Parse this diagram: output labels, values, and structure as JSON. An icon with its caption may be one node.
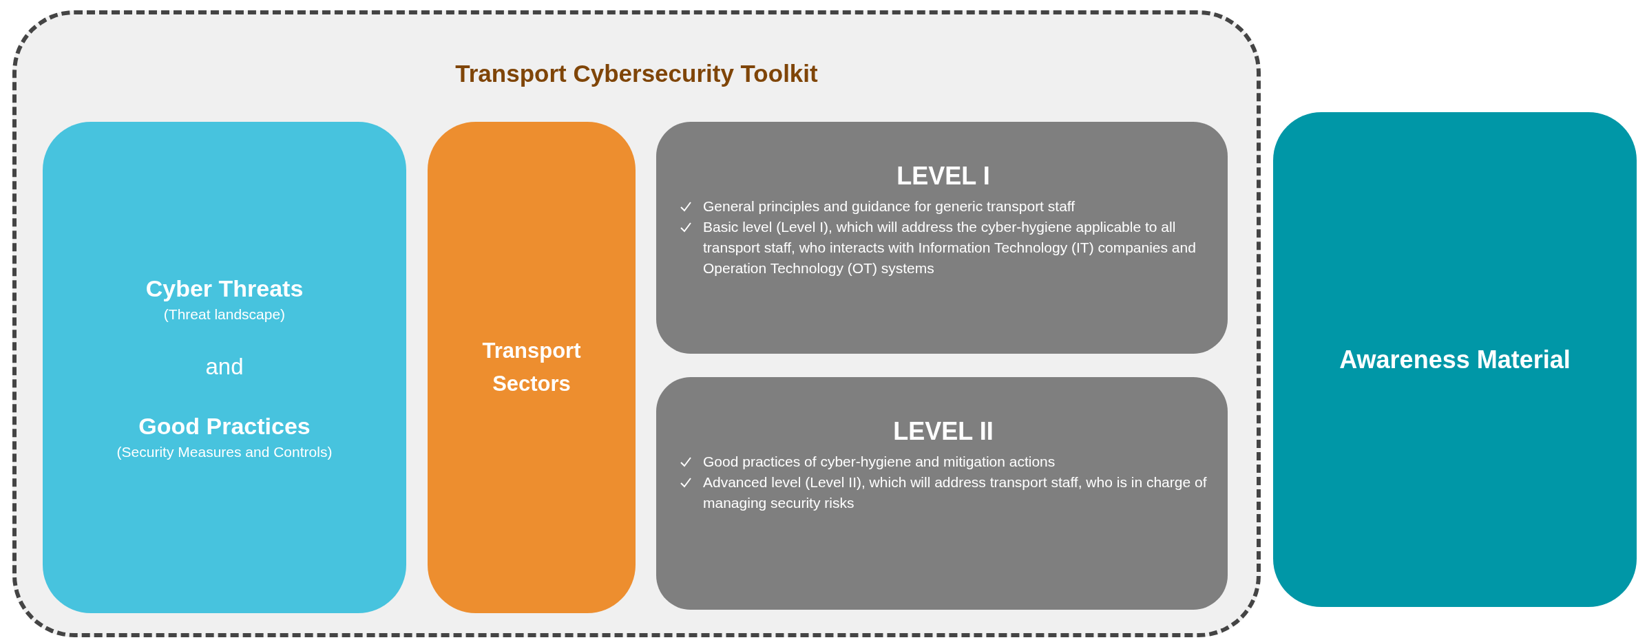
{
  "diagram": {
    "nodes": [
      {
        "text": [
          "Transport Cybersecurity Toolkit"
        ]
      },
      {
        "text": [
          "Cyber Threats",
          "(Threat landscape)",
          "and",
          "Good Practices",
          "(Security Measures and Controls)"
        ],
        "in": 0
      },
      {
        "text": [
          "Transport Sectors"
        ],
        "in": 0
      },
      {
        "text": [
          "LEVEL I",
          "General principles and guidance for generic transport staff",
          "Basic level (Level I), which will address the cyber-hygiene applicable to all transport staff, who interacts with Information Technology (IT) companies and Operation Technology (OT) systems"
        ],
        "in": 0
      },
      {
        "text": [
          "LEVEL II",
          "Good practices of cyber-hygiene and mitigation actions",
          "Advanced level (Level II), which will address transport staff, who is in charge of managing security risks"
        ],
        "in": 0
      },
      {
        "text": [
          "Awareness Material"
        ]
      }
    ]
  }
}
